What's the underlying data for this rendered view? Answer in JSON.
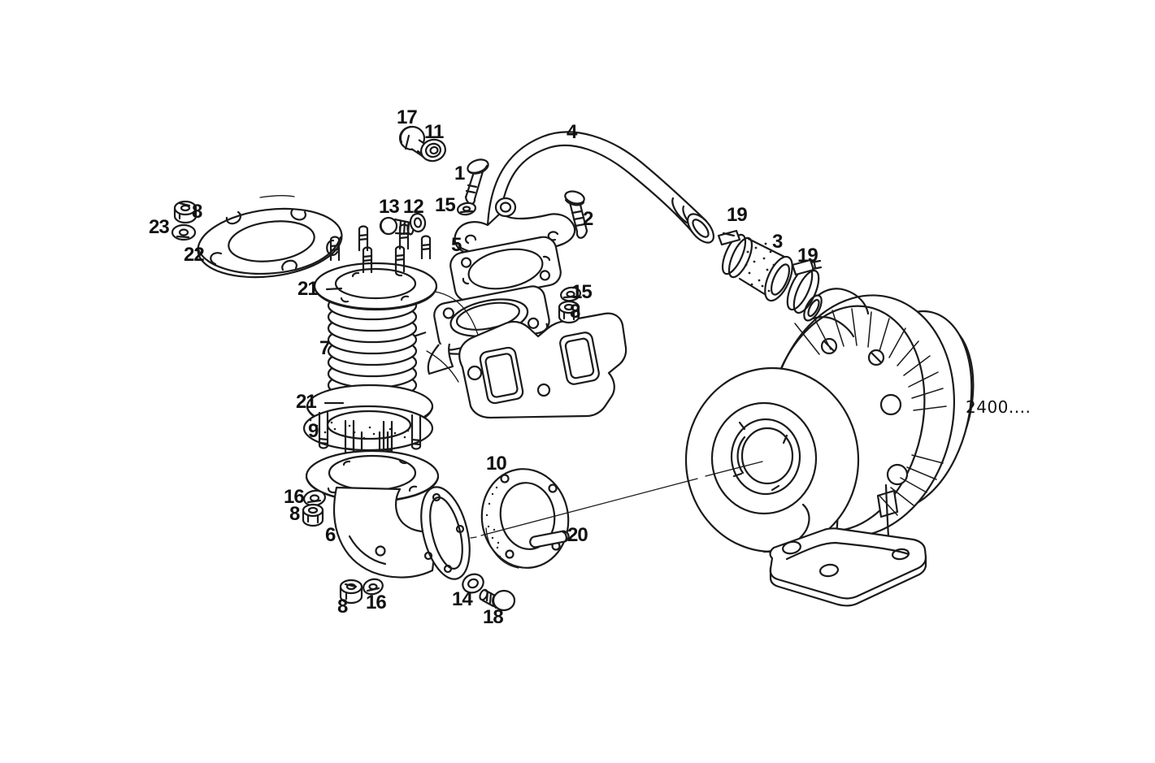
{
  "figure": {
    "background": "#ffffff",
    "line_color": "#1a1a1a",
    "reference_code": "2400...."
  },
  "labels": [
    {
      "text": "17"
    },
    {
      "text": "11"
    },
    {
      "text": "1"
    },
    {
      "text": "15"
    },
    {
      "text": "13"
    },
    {
      "text": "12"
    },
    {
      "text": "8"
    },
    {
      "text": "23"
    },
    {
      "text": "22"
    },
    {
      "text": "21"
    },
    {
      "text": "7"
    },
    {
      "text": "21"
    },
    {
      "text": "9"
    },
    {
      "text": "5"
    },
    {
      "text": "2"
    },
    {
      "text": "4"
    },
    {
      "text": "19"
    },
    {
      "text": "3"
    },
    {
      "text": "19"
    },
    {
      "text": "15"
    },
    {
      "text": "8"
    },
    {
      "text": "10"
    },
    {
      "text": "16"
    },
    {
      "text": "8"
    },
    {
      "text": "6"
    },
    {
      "text": "20"
    },
    {
      "text": "8"
    },
    {
      "text": "16"
    },
    {
      "text": "14"
    },
    {
      "text": "18"
    },
    {
      "text": "2400...."
    }
  ]
}
